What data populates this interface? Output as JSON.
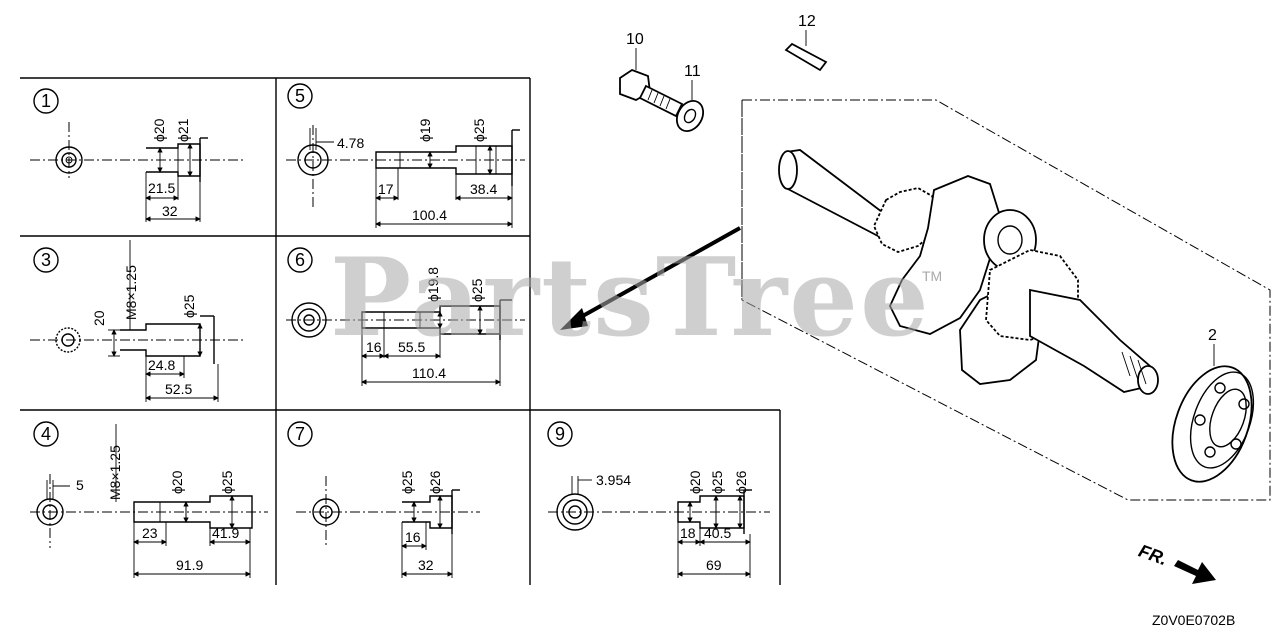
{
  "watermark": {
    "text": "PartsTree",
    "tm": "TM"
  },
  "diagram_code": "Z0V0E0702B",
  "front_label": "FR.",
  "callouts": {
    "bolt": "10",
    "washer": "11",
    "key": "12",
    "bearing": "2"
  },
  "panels": [
    {
      "num": "1",
      "dims": {
        "d1": "ϕ20",
        "d2": "ϕ21",
        "h1": "21.5",
        "h2": "32"
      }
    },
    {
      "num": "5",
      "dims": {
        "key": "4.78",
        "d1": "ϕ19",
        "d2": "ϕ25",
        "h1": "17",
        "h2": "38.4",
        "h3": "100.4"
      }
    },
    {
      "num": "3",
      "dims": {
        "thread": "M8×1.25",
        "d1": "ϕ25",
        "off": "20",
        "h1": "24.8",
        "h2": "52.5"
      }
    },
    {
      "num": "6",
      "dims": {
        "d1": "ϕ19.8",
        "d2": "ϕ25",
        "h1": "16",
        "h2": "55.5",
        "h3": "110.4"
      }
    },
    {
      "num": "4",
      "dims": {
        "key": "5",
        "thread": "M8×1.25",
        "d1": "ϕ20",
        "d2": "ϕ25",
        "h1": "23",
        "h2": "41.9",
        "h3": "91.9"
      }
    },
    {
      "num": "7",
      "dims": {
        "d1": "ϕ25",
        "d2": "ϕ26",
        "h1": "16",
        "h2": "32"
      }
    },
    {
      "num": "9",
      "dims": {
        "key": "3.954",
        "d1": "ϕ20",
        "d2": "ϕ25",
        "d3": "ϕ26",
        "h1": "18",
        "h2": "40.5",
        "h3": "69"
      }
    }
  ]
}
